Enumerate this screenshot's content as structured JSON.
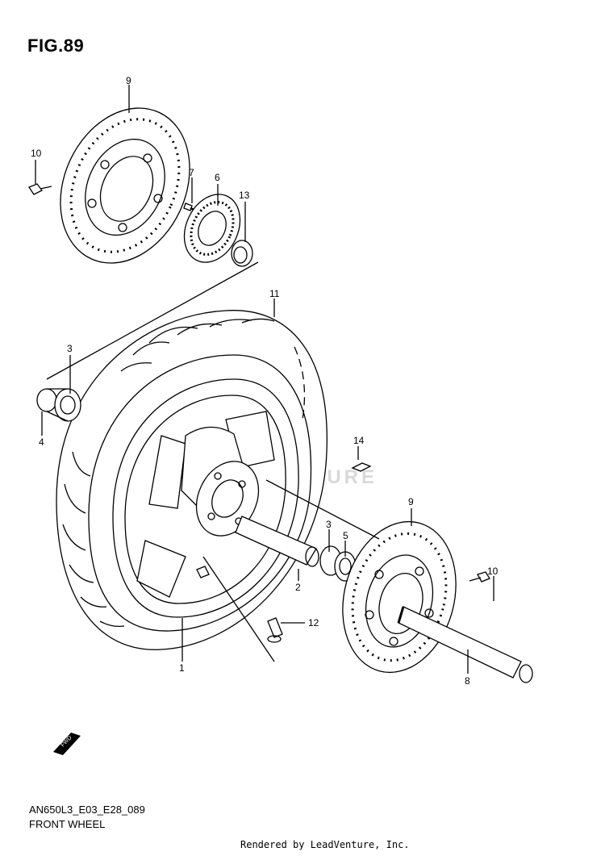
{
  "figure": {
    "title": "FIG.89",
    "code": "AN650L3_E03_E28_089",
    "name": "FRONT WHEEL"
  },
  "watermark": "LEADVENTURE",
  "footer": "Rendered by LeadVenture, Inc.",
  "callouts": {
    "n1": "1",
    "n2": "2",
    "n3a": "3",
    "n3b": "3",
    "n4": "4",
    "n5": "5",
    "n6": "6",
    "n7": "7",
    "n8": "8",
    "n9a": "9",
    "n9b": "9",
    "n10a": "10",
    "n10b": "10",
    "n11": "11",
    "n12": "12",
    "n13": "13",
    "n14": "14"
  },
  "fwd_badge": "FWD",
  "colors": {
    "line": "#000000",
    "background": "#ffffff",
    "watermark": "#d9d9d9"
  }
}
